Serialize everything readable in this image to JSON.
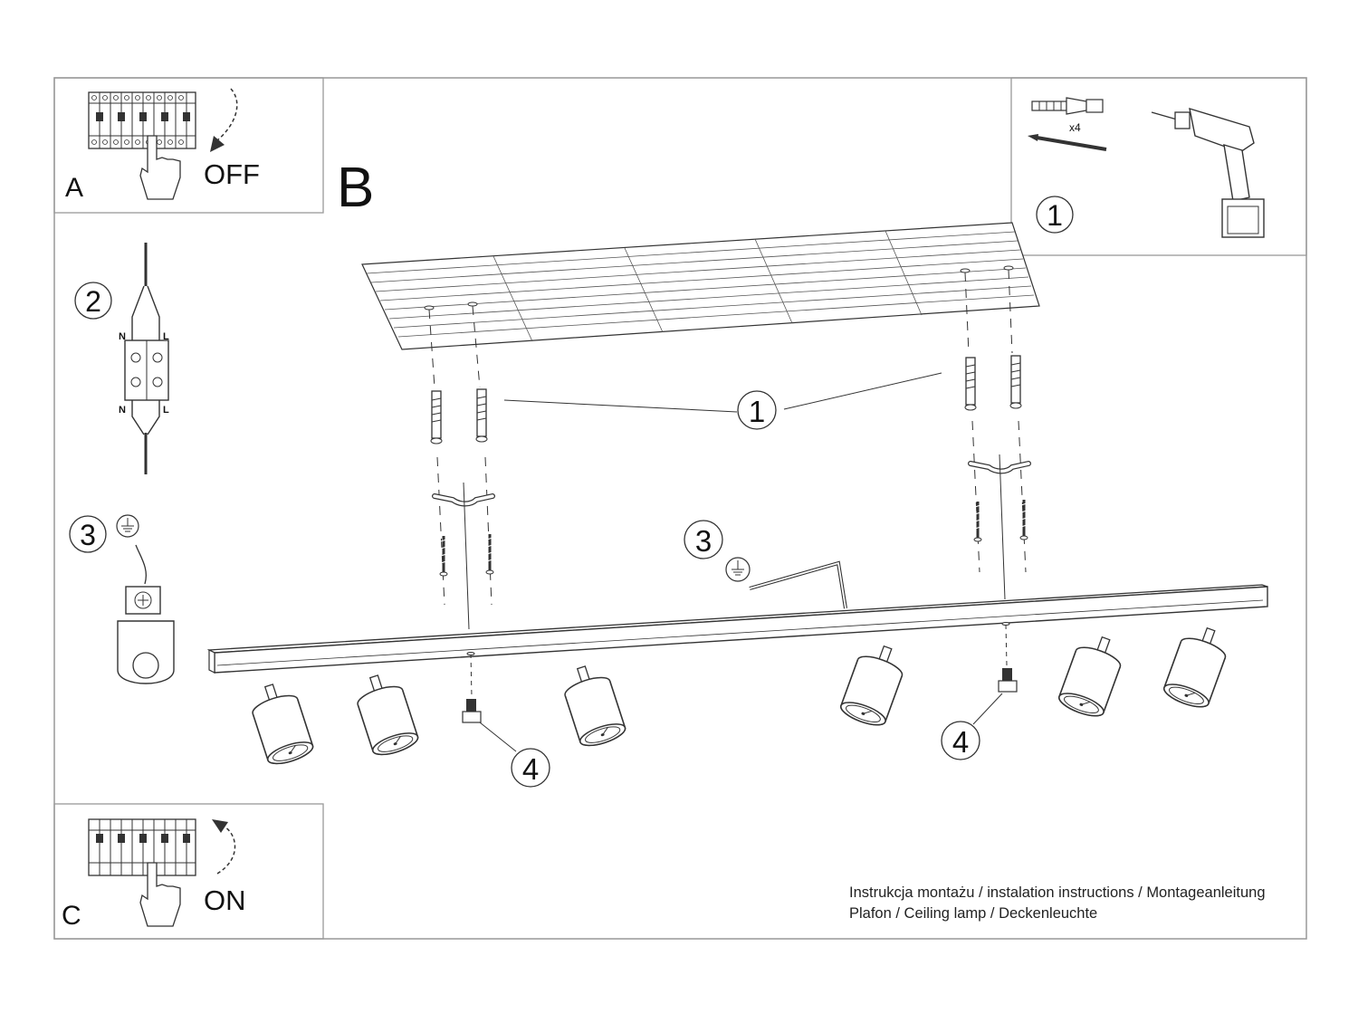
{
  "panels": {
    "a": {
      "letter": "A",
      "action": "OFF"
    },
    "b": {
      "letter": "B"
    },
    "c": {
      "letter": "C",
      "action": "ON"
    }
  },
  "steps": {
    "anchor": "1",
    "wiring": "2",
    "earth": "3",
    "screw": "4"
  },
  "kit": {
    "quantity": "x4"
  },
  "terminal": {
    "neutral": "N",
    "live": "L"
  },
  "caption": {
    "line1": "Instrukcja montażu / instalation instructions / Montageanleitung",
    "line2": "Plafon / Ceiling lamp / Deckenleuchte"
  },
  "icons": [
    "breaker-panel-icon",
    "hand-icon",
    "curved-arrow-icon",
    "wall-plug-icon",
    "screw-icon",
    "drill-icon",
    "terminal-block-icon",
    "earth-symbol-icon",
    "ceiling-icon",
    "mounting-bracket-icon",
    "spotlight-icon",
    "grub-screw-icon",
    "track-rail-icon"
  ],
  "colors": {
    "line": "#333333",
    "border": "#999999",
    "fill": "#ffffff"
  }
}
